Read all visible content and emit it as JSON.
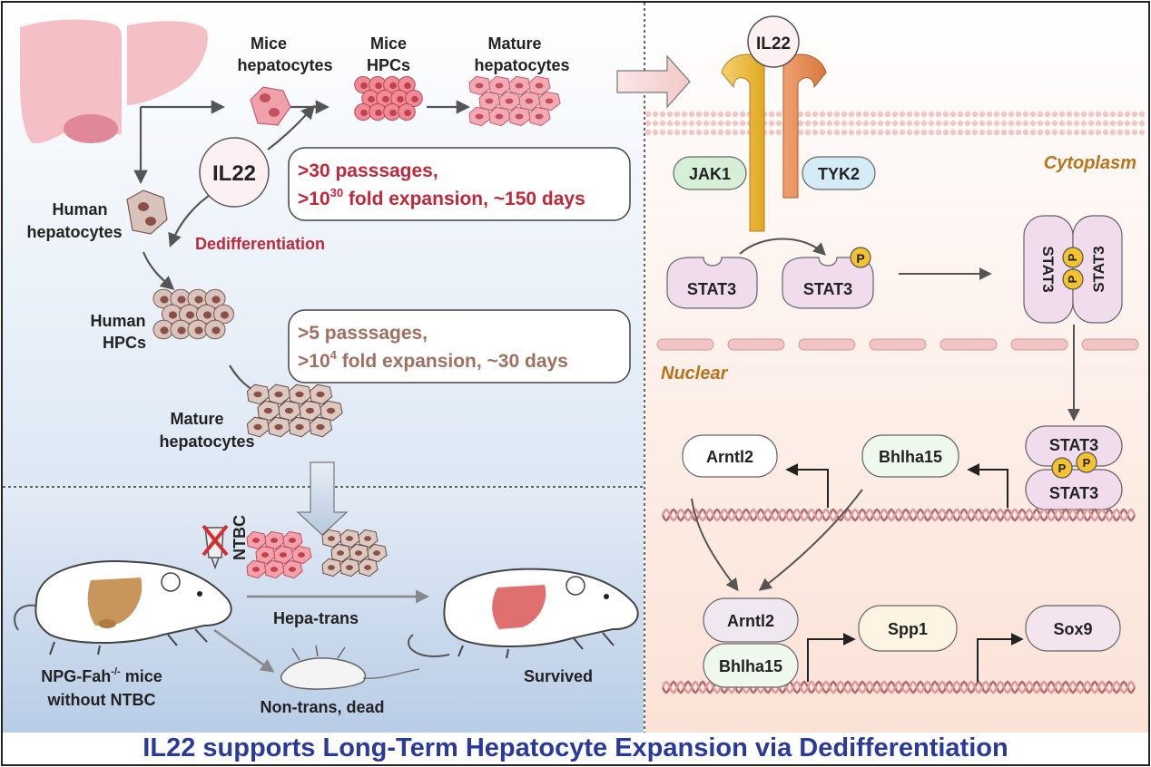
{
  "title": "IL22 supports Long-Term Hepatocyte Expansion via Dedifferentiation",
  "colors": {
    "title_blue": "#2a3a9a",
    "red_text": "#c0283a",
    "brown_text": "#a07060",
    "orange_label": "#b8741a",
    "hepatocyte_pink": "#f0a0a8",
    "human_cell": "#d8c4bc",
    "jak1_fill": "#d6efd6",
    "tyk2_fill": "#d4ecf6",
    "stat3_fill": "#f0dcec",
    "phospho_yellow": "#f2c230"
  },
  "left": {
    "mice_hepatocytes": [
      "Mice",
      "hepatocytes"
    ],
    "mice_hpcs": [
      "Mice",
      "HPCs"
    ],
    "mature_hepatocytes_top": [
      "Mature",
      "hepatocytes"
    ],
    "il22": "IL22",
    "mice_box": {
      "line1": ">30 passsages,",
      "line2_pre": ">10",
      "line2_sup": "30",
      "line2_post": " fold expansion, ~150 days"
    },
    "dedifferentiation": "Dedifferentiation",
    "human_hepatocytes": [
      "Human",
      "hepatocytes"
    ],
    "human_hpcs": [
      "Human",
      "HPCs"
    ],
    "human_box": {
      "line1": ">5 passsages,",
      "line2_pre": ">10",
      "line2_sup": "4",
      "line2_post": " fold expansion, ~30 days"
    },
    "mature_hepatocytes_bottom": [
      "Mature",
      "hepatocytes"
    ],
    "ntbc": "NTBC",
    "hepa_trans": "Hepa-trans",
    "mouse_label_line1_pre": "NPG-Fah",
    "mouse_label_line1_sup": "-/-",
    "mouse_label_line1_post": " mice",
    "mouse_label_line2": "without NTBC",
    "non_trans": "Non-trans, dead",
    "survived": "Survived"
  },
  "right": {
    "il22": "IL22",
    "jak1": "JAK1",
    "tyk2": "TYK2",
    "cytoplasm": "Cytoplasm",
    "nuclear": "Nuclear",
    "stat3": "STAT3",
    "p": "P",
    "arntl2": "Arntl2",
    "bhlha15": "Bhlha15",
    "spp1": "Spp1",
    "sox9": "Sox9"
  }
}
